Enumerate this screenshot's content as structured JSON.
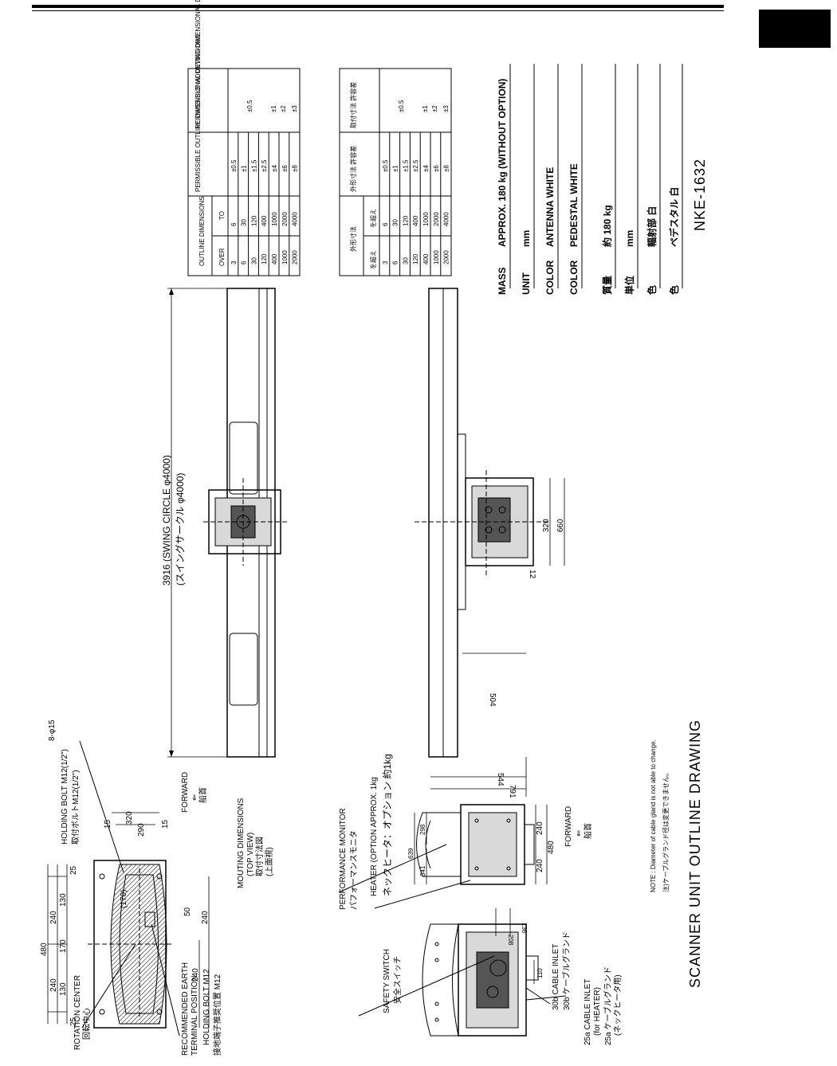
{
  "drawing": {
    "title": "SCANNER UNIT OUTLINE DRAWING",
    "number": "NKE-1632",
    "note_en": "NOTE : Diameter of cable gland is not able to change.",
    "note_jp": "注)ケーブルグランド径は変更できません。"
  },
  "mounting": {
    "rotation_center_en": "ROTATION CENTER",
    "rotation_center_jp": "回転中心",
    "earth_en_1": "RECOMMENDED EARTH",
    "earth_en_2": "TERMINAL POSITION",
    "earth_bolt_en": "HOLDING BOLT M12",
    "earth_jp": "接地端子推奨位置 M12",
    "holes": "8-φ15",
    "holding_bolt_en": "HOLDING BOLT M12(1/2\")",
    "holding_bolt_jp": "取付ボルトM12(1/2\")",
    "forward_en": "FORWARD",
    "forward_arrow": "⇐",
    "forward_jp": "船首",
    "caption_en_1": "MOUTING DIMENSIONS",
    "caption_en_2": "(TOP VIEW)",
    "caption_jp_1": "取付寸法図",
    "caption_jp_2": "(上面視)",
    "dims": {
      "d480": "480",
      "d240a": "240",
      "d240b": "240",
      "d25a": "25",
      "d25b": "25",
      "d130a": "130",
      "d170": "170",
      "d130b": "130",
      "d320": "320",
      "d290": "290",
      "d15a": "15",
      "d15b": "15",
      "d50": "50",
      "d170b": "(170)",
      "d240c": "240",
      "d240d": "240"
    }
  },
  "side_view": {
    "safety_en": "SAFETY SWITCH",
    "safety_jp": "安全スイッチ",
    "cable_30b_en": "30b CABLE INLET",
    "cable_30b_jp": "30b ケーブルグランド",
    "cable_25a_en_1": "25a CABLE INLET",
    "cable_25a_en_2": "(for HEATER)",
    "cable_25a_jp_1": "25a ケーブルグランド",
    "cable_25a_jp_2": "(ネックヒータ用)",
    "d208": "208",
    "d136": "136",
    "d110": "110"
  },
  "front_view": {
    "perf_en": "PERFORMANCE MONITOR",
    "perf_jp": "パフォーマンスモニタ",
    "heater_en": "HEATER (OPTION APPROX. 1kg",
    "heater_jp": "ネックヒータ：オプション 約1kg",
    "forward_en": "FORWARD",
    "forward_arrow": "⇐",
    "forward_jp": "船首",
    "d639": "639",
    "d341": "341",
    "d298": "298",
    "d240a": "240",
    "d240b": "240",
    "d480": "480"
  },
  "antenna": {
    "swing_en": "3916 (SWING CIRCLE φ4000)",
    "swing_jp": "(スイングサークル φ4000)",
    "d791": "791",
    "d544": "544",
    "d504": "504",
    "d12": "12",
    "d320": "320",
    "d660": "660"
  },
  "tolerance_en": {
    "h_outline": "OUTLINE DIMENSIONS",
    "h_over": "OVER",
    "h_to": "TO",
    "h_outline_dev": "PERMISSIBLE OUTLINE DIMENSIONAL DEVIATIONS",
    "h_mount_dev": "PERMISSIBLE MOUNTING DIMENSIONAL DEVIATIONS",
    "rows": [
      {
        "over": "3",
        "to": "6",
        "dev": "±0.5"
      },
      {
        "over": "6",
        "to": "30",
        "dev": "±1"
      },
      {
        "over": "30",
        "to": "120",
        "dev": "±1.5"
      },
      {
        "over": "120",
        "to": "400",
        "dev": "±2.5"
      },
      {
        "over": "400",
        "to": "1000",
        "dev": "±4"
      },
      {
        "over": "1000",
        "to": "2000",
        "dev": "±6"
      },
      {
        "over": "2000",
        "to": "4000",
        "dev": "±8"
      }
    ],
    "mount": [
      "±0.5",
      "±1",
      "±2",
      "±3"
    ]
  },
  "tolerance_jp": {
    "h_outline": "外形寸法",
    "h_over": "を超え",
    "h_to": "を超え",
    "h_outline_dev": "外形寸法 許容差",
    "h_mount_dev": "取付寸法 許容差",
    "rows": [
      {
        "over": "3",
        "to": "6",
        "dev": "±0.5"
      },
      {
        "over": "6",
        "to": "30",
        "dev": "±1"
      },
      {
        "over": "30",
        "to": "120",
        "dev": "±1.5"
      },
      {
        "over": "120",
        "to": "400",
        "dev": "±2.5"
      },
      {
        "over": "400",
        "to": "1000",
        "dev": "±4"
      },
      {
        "over": "1000",
        "to": "2000",
        "dev": "±6"
      },
      {
        "over": "2000",
        "to": "4000",
        "dev": "±8"
      }
    ],
    "mount": [
      "±0.5",
      "±1",
      "±2",
      "±3"
    ]
  },
  "specs": {
    "mass_label": "MASS",
    "mass_value": "APPROX. 180 kg (WITHOUT OPTION)",
    "unit_label": "UNIT",
    "unit_value": "mm",
    "color1_label": "COLOR",
    "color1_value": "ANTENNA WHITE",
    "color2_label": "COLOR",
    "color2_value": "PEDESTAL WHITE",
    "mass_jp_label": "質量",
    "mass_jp_value": "約 180 kg",
    "unit_jp_label": "単位",
    "unit_jp_value": "mm",
    "color1_jp_label": "色",
    "color1_jp_value": "輻射部 白",
    "color2_jp_label": "色",
    "color2_jp_value": "ペデスタル 白"
  }
}
